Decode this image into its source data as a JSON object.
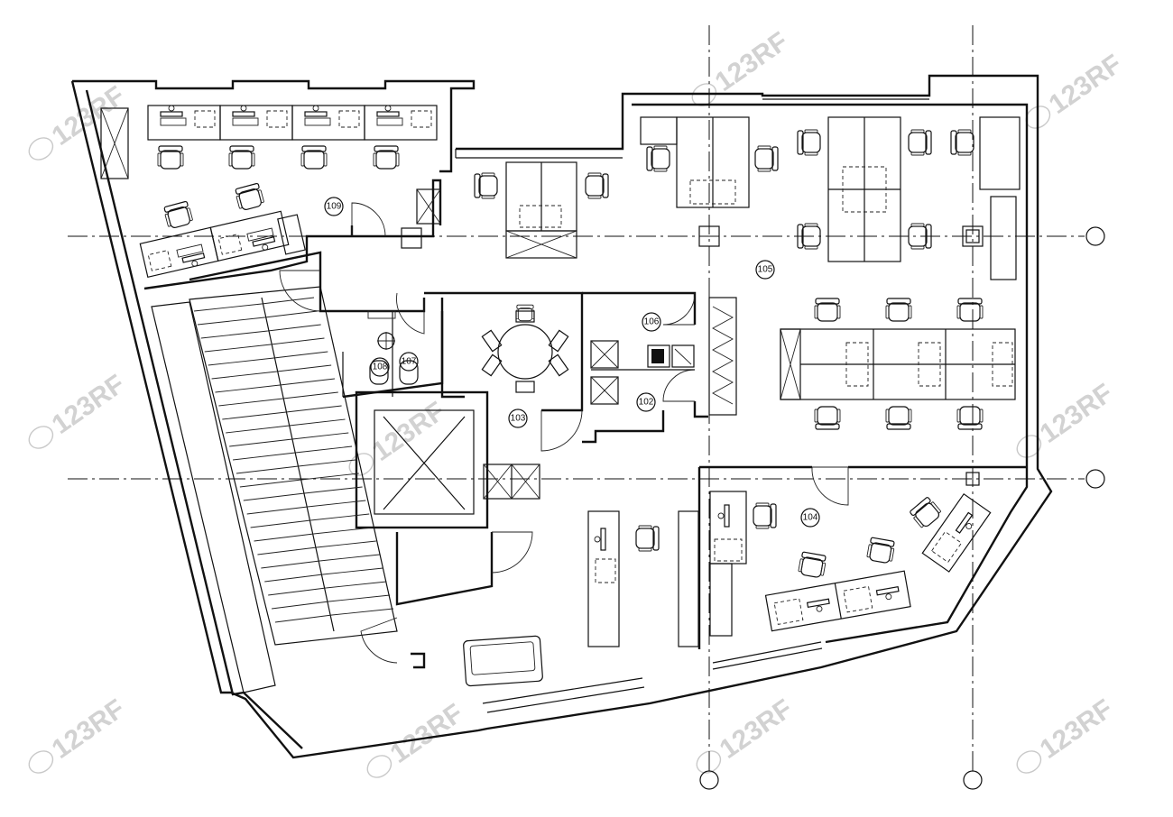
{
  "rooms": [
    {
      "id": "r109",
      "number": "109"
    },
    {
      "id": "r105",
      "number": "105"
    },
    {
      "id": "r106",
      "number": "106"
    },
    {
      "id": "r102",
      "number": "102"
    },
    {
      "id": "r103",
      "number": "103"
    },
    {
      "id": "r107",
      "number": "107"
    },
    {
      "id": "r108",
      "number": "108"
    },
    {
      "id": "r104",
      "number": "104"
    }
  ],
  "watermark": {
    "text": "123RF"
  },
  "colors": {
    "line": "#111111",
    "background": "#ffffff",
    "watermark": "#c9c9c9"
  }
}
